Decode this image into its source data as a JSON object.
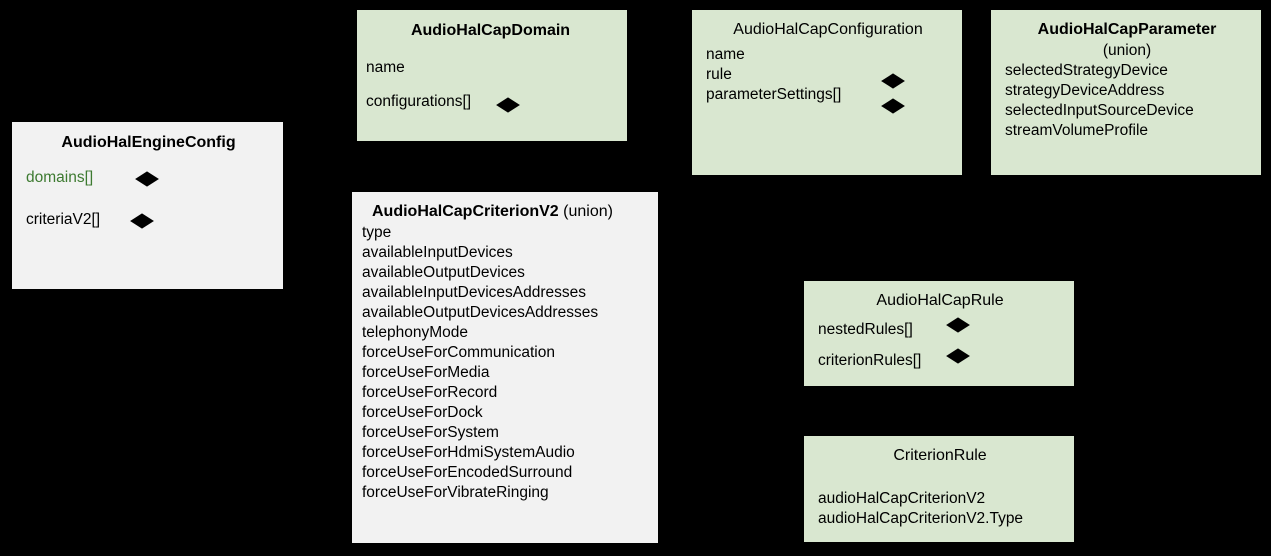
{
  "diagram": {
    "type": "uml-class-diagram",
    "background": "#000000",
    "colors": {
      "class_fill_green": "#d9e7d0",
      "class_fill_grey": "#f2f2f2",
      "text": "#000000",
      "accent_green_text": "#3d7a30",
      "edge": "#000000"
    },
    "classes": [
      {
        "id": "engine-config",
        "title": "AudioHalEngineConfig",
        "subtitle": "",
        "fill": "grey",
        "bold_title": true,
        "attributes": [
          {
            "label": "domains[]",
            "color": "green",
            "diamond": true
          },
          {
            "label": "criteriaV2[]",
            "color": "black",
            "diamond": true
          }
        ]
      },
      {
        "id": "cap-domain",
        "title": "AudioHalCapDomain",
        "subtitle": "",
        "fill": "green",
        "bold_title": true,
        "attributes": [
          {
            "label": "name",
            "color": "black",
            "diamond": false
          },
          {
            "label": "configurations[]",
            "color": "black",
            "diamond": true
          }
        ]
      },
      {
        "id": "cap-configuration",
        "title": "AudioHalCapConfiguration",
        "subtitle": "",
        "fill": "green",
        "bold_title": false,
        "attributes": [
          {
            "label": "name",
            "color": "black",
            "diamond": false
          },
          {
            "label": "rule",
            "color": "black",
            "diamond": true
          },
          {
            "label": "parameterSettings[]",
            "color": "black",
            "diamond": true
          }
        ]
      },
      {
        "id": "cap-parameter",
        "title": "AudioHalCapParameter",
        "subtitle": "(union)",
        "fill": "green",
        "bold_title": true,
        "attributes": [
          {
            "label": "selectedStrategyDevice",
            "color": "black",
            "diamond": false
          },
          {
            "label": "strategyDeviceAddress",
            "color": "black",
            "diamond": false
          },
          {
            "label": "selectedInputSourceDevice",
            "color": "black",
            "diamond": false
          },
          {
            "label": "streamVolumeProfile",
            "color": "black",
            "diamond": false
          }
        ]
      },
      {
        "id": "cap-criterion-v2",
        "title": "AudioHalCapCriterionV2",
        "subtitle": "(union)",
        "fill": "grey",
        "bold_title": true,
        "attributes": [
          {
            "label": "type",
            "color": "black",
            "diamond": false
          },
          {
            "label": "availableInputDevices",
            "color": "black",
            "diamond": false
          },
          {
            "label": "availableOutputDevices",
            "color": "black",
            "diamond": false
          },
          {
            "label": "availableInputDevicesAddresses",
            "color": "black",
            "diamond": false
          },
          {
            "label": "availableOutputDevicesAddresses",
            "color": "black",
            "diamond": false
          },
          {
            "label": "telephonyMode",
            "color": "black",
            "diamond": false
          },
          {
            "label": "forceUseForCommunication",
            "color": "black",
            "diamond": false
          },
          {
            "label": "forceUseForMedia",
            "color": "black",
            "diamond": false
          },
          {
            "label": "forceUseForRecord",
            "color": "black",
            "diamond": false
          },
          {
            "label": "forceUseForDock",
            "color": "black",
            "diamond": false
          },
          {
            "label": "forceUseForSystem",
            "color": "black",
            "diamond": false
          },
          {
            "label": "forceUseForHdmiSystemAudio",
            "color": "black",
            "diamond": false
          },
          {
            "label": "forceUseForEncodedSurround",
            "color": "black",
            "diamond": false
          },
          {
            "label": "forceUseForVibrateRinging",
            "color": "black",
            "diamond": false
          }
        ]
      },
      {
        "id": "cap-rule",
        "title": "AudioHalCapRule",
        "subtitle": "",
        "fill": "green",
        "bold_title": false,
        "attributes": [
          {
            "label": "nestedRules[]",
            "color": "black",
            "diamond": true
          },
          {
            "label": "criterionRules[]",
            "color": "black",
            "diamond": true
          }
        ]
      },
      {
        "id": "criterion-rule",
        "title": "CriterionRule",
        "subtitle": "",
        "fill": "green",
        "bold_title": false,
        "attributes": [
          {
            "label": "audioHalCapCriterionV2",
            "color": "black",
            "diamond": false
          },
          {
            "label": "audioHalCapCriterionV2.Type",
            "color": "black",
            "diamond": false
          }
        ]
      }
    ],
    "relations": [
      {
        "from": "engine-config.domains[]",
        "to": "cap-domain",
        "style": "dashed-composition"
      },
      {
        "from": "engine-config.criteriaV2[]",
        "to": "cap-criterion-v2",
        "style": "dashed-composition"
      },
      {
        "from": "cap-domain.configurations[]",
        "to": "cap-configuration",
        "style": "dashed-composition"
      },
      {
        "from": "cap-configuration.rule",
        "to": "cap-rule",
        "style": "dashed-composition"
      },
      {
        "from": "cap-configuration.parameterSettings[]",
        "to": "cap-parameter",
        "style": "dashed-composition"
      },
      {
        "from": "cap-rule.nestedRules[]",
        "to": "cap-rule",
        "style": "dashed-composition"
      },
      {
        "from": "cap-rule.criterionRules[]",
        "to": "criterion-rule",
        "style": "dashed-composition"
      }
    ]
  }
}
